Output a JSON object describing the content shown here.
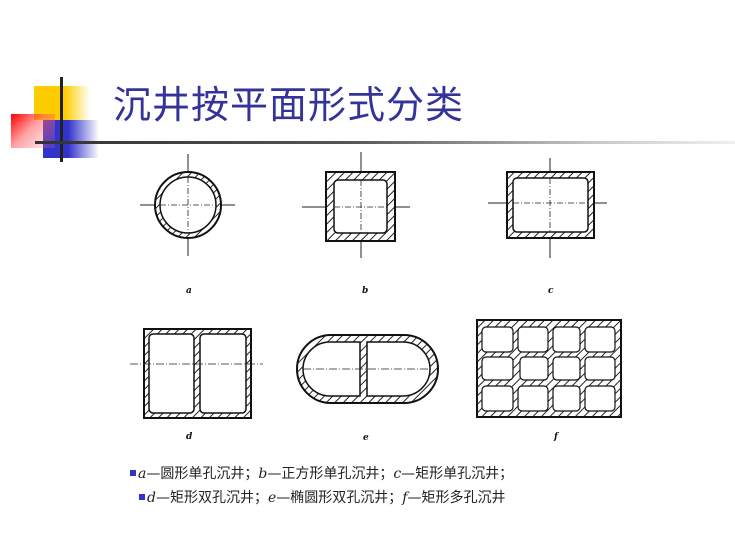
{
  "slide": {
    "title": "沉井按平面形式分类",
    "accent_colors": {
      "title": "#333399",
      "yellow": "#ffcc00",
      "red": "#ff0000",
      "blue": "#3333cc"
    }
  },
  "figure": {
    "panels": [
      {
        "key": "a",
        "label": "a",
        "shape": "circle-single"
      },
      {
        "key": "b",
        "label": "b",
        "shape": "square-single"
      },
      {
        "key": "c",
        "label": "c",
        "shape": "rectangle-single"
      },
      {
        "key": "d",
        "label": "d",
        "shape": "rectangle-double"
      },
      {
        "key": "e",
        "label": "e",
        "shape": "oval-double"
      },
      {
        "key": "f",
        "label": "f",
        "shape": "rectangle-multi-3x4"
      }
    ]
  },
  "caption": {
    "lines": [
      [
        {
          "key": "a",
          "dash": "—",
          "text": "圆形单孔沉井",
          "sep": "；"
        },
        {
          "key": "b",
          "dash": "—",
          "text": "正方形单孔沉井",
          "sep": "；"
        },
        {
          "key": "c",
          "dash": "—",
          "text": "矩形单孔沉井",
          "sep": "；"
        }
      ],
      [
        {
          "key": "d",
          "dash": "—",
          "text": "矩形双孔沉井",
          "sep": "；"
        },
        {
          "key": "e",
          "dash": "—",
          "text": "椭圆形双孔沉井",
          "sep": "；"
        },
        {
          "key": "f",
          "dash": "—",
          "text": "矩形多孔沉井",
          "sep": ""
        }
      ]
    ]
  }
}
